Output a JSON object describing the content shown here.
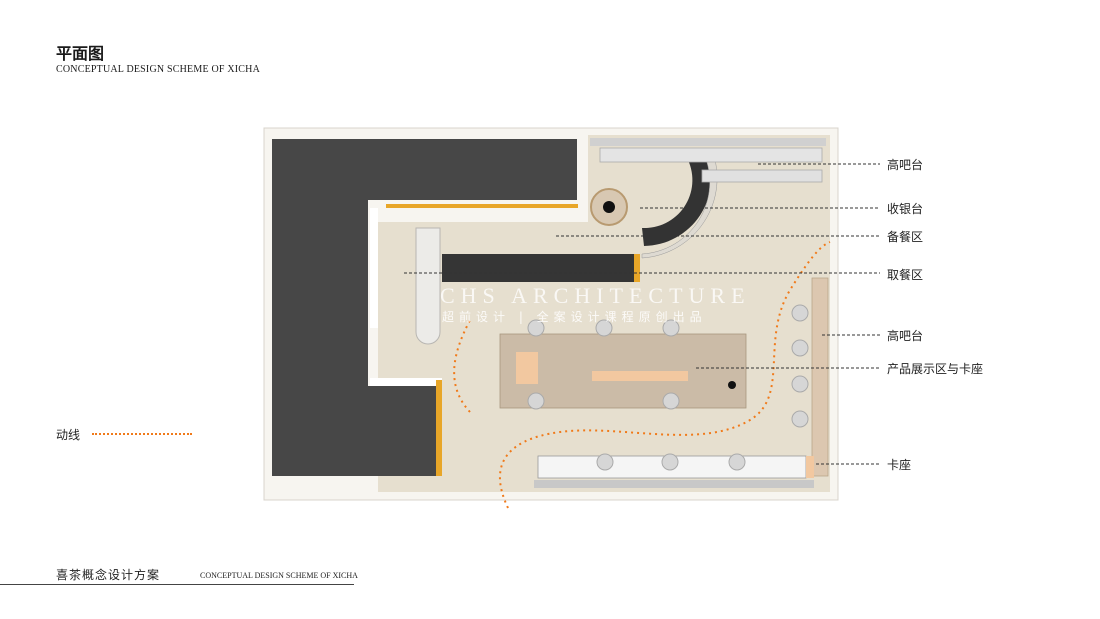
{
  "header": {
    "title": "平面图",
    "subtitle": "CONCEPTUAL DESIGN SCHEME OF XICHA"
  },
  "legend": {
    "label": "动线",
    "color": "#f07a1a"
  },
  "callouts": [
    {
      "id": "high-bar-top",
      "label": "高吧台"
    },
    {
      "id": "cashier",
      "label": "收银台"
    },
    {
      "id": "prep-area",
      "label": "备餐区"
    },
    {
      "id": "pickup-area",
      "label": "取餐区"
    },
    {
      "id": "high-bar-side",
      "label": "高吧台"
    },
    {
      "id": "display-booth",
      "label": "产品展示区与卡座"
    },
    {
      "id": "booth",
      "label": "卡座"
    }
  ],
  "watermark": {
    "line1": "CHS ARCHITECTURE",
    "line2": "超前设计 | 全案设计课程原创出品"
  },
  "footer": {
    "title": "喜茶概念设计方案",
    "subtitle": "CONCEPTUAL DESIGN SCHEME OF XICHA"
  },
  "colors": {
    "wall": "#4a4a4a",
    "floor": "#e6dfcf",
    "counter": "#3a3a3a",
    "accent": "#e8a628",
    "table": "#cbbba7",
    "route": "#f07a1a"
  }
}
